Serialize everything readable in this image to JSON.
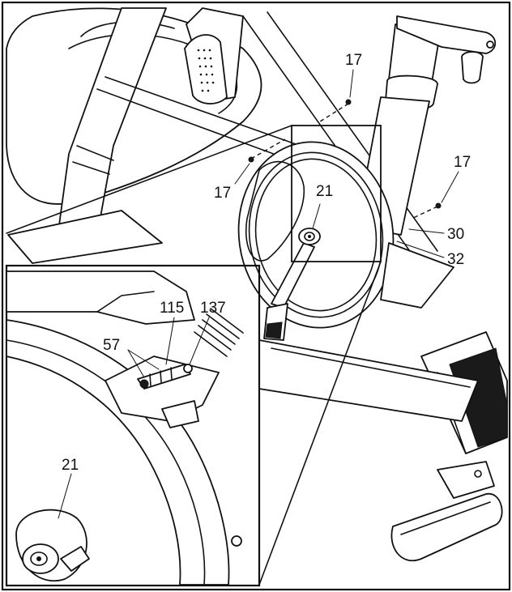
{
  "callouts": {
    "c17_top": "17",
    "c17_left": "17",
    "c17_right": "17",
    "c21_main": "21",
    "c30": "30",
    "c32": "32",
    "c115": "115",
    "c137": "137",
    "c57": "57",
    "c21_inset": "21"
  }
}
